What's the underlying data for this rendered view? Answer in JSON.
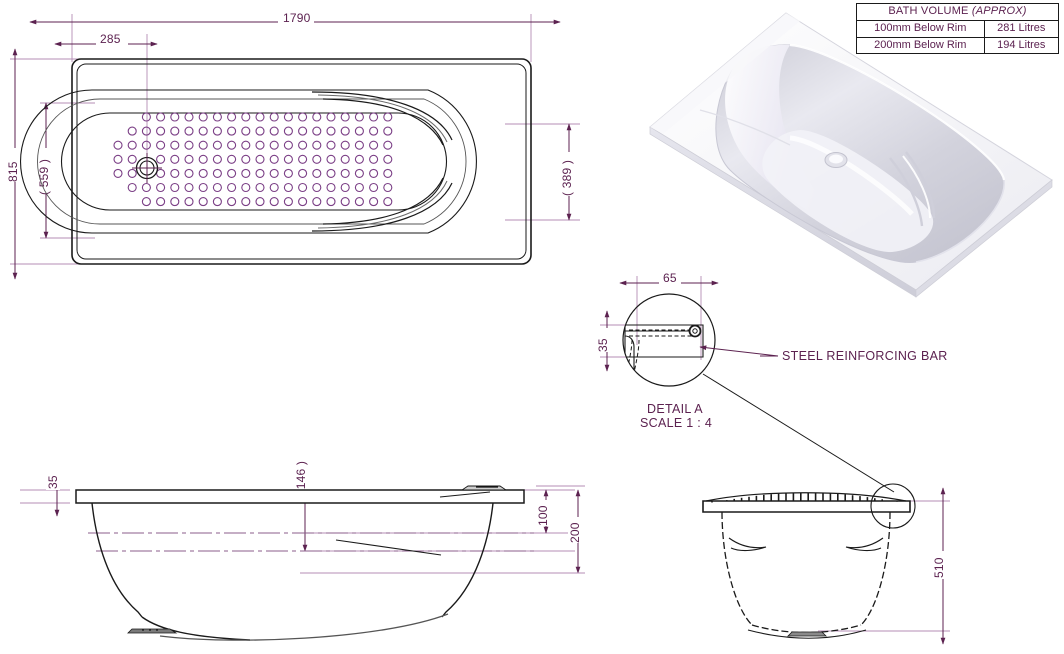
{
  "drawing": {
    "title": "Bath Technical Drawing",
    "units": "mm",
    "line_color": "#1a1a1a",
    "dimension_color": "#5C2250",
    "pattern_color": "#7B3F86",
    "dim_line_color": "#B48CB4"
  },
  "volume_table": {
    "header": "BATH VOLUME",
    "header_note": "(APPROX)",
    "rows": [
      {
        "label": "100mm Below Rim",
        "value": "281 Litres"
      },
      {
        "label": "200mm Below Rim",
        "value": "194 Litres"
      }
    ]
  },
  "plan_view": {
    "name": "plan-view",
    "dimensions": {
      "overall_length": "1790",
      "drain_offset": "285",
      "overall_width": "815",
      "inner_width": "( 559 )",
      "inner_width_right": "( 389 )"
    }
  },
  "detail_a": {
    "title": "DETAIL A",
    "scale": "SCALE 1 : 4",
    "callout": "STEEL REINFORCING BAR",
    "dimensions": {
      "width": "65",
      "height": "35"
    }
  },
  "side_elevation": {
    "name": "side-elevation",
    "dimensions": {
      "rim_thickness": "35",
      "internal_depth": "( 146 )",
      "water_level_100": "100",
      "water_level_200": "200"
    }
  },
  "end_elevation": {
    "name": "end-elevation",
    "dimensions": {
      "overall_height": "510"
    }
  }
}
